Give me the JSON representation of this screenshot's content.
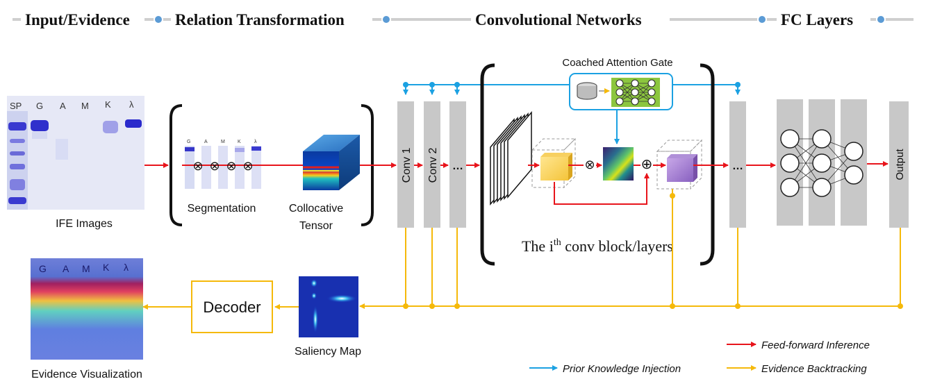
{
  "stages": {
    "input": "Input/Evidence",
    "relation": "Relation Transformation",
    "conv": "Convolutional Networks",
    "fc": "FC Layers"
  },
  "ife": {
    "lanes": [
      "SP",
      "G",
      "A",
      "M",
      "K",
      "λ"
    ],
    "caption": "IFE Images"
  },
  "segmentation": {
    "lanes": [
      "G",
      "A",
      "M",
      "K",
      "λ"
    ],
    "caption": "Segmentation"
  },
  "tensor": {
    "caption_line1": "Collocative",
    "caption_line2": "Tensor"
  },
  "convs": [
    "Conv 1",
    "Conv 2",
    "…"
  ],
  "attention": {
    "title": "Coached Attention Gate"
  },
  "block": {
    "prefix": "The i",
    "sup": "th",
    "suffix": " conv block/layers"
  },
  "ellipsis": "…",
  "output": "Output",
  "decoder": "Decoder",
  "saliency": "Saliency Map",
  "evidence": {
    "caption": "Evidence Visualization",
    "lanes": [
      "G",
      "A",
      "M",
      "K",
      "λ"
    ]
  },
  "legend": {
    "feedforward": "Feed-forward Inference",
    "prior": "Prior Knowledge Injection",
    "backtrack": "Evidence Backtracking"
  },
  "colors": {
    "red": "#e8141b",
    "blue": "#1ba1e2",
    "yellow": "#f5b90a",
    "gray": "#c8c8c8",
    "gel": "#3c3cd0"
  }
}
